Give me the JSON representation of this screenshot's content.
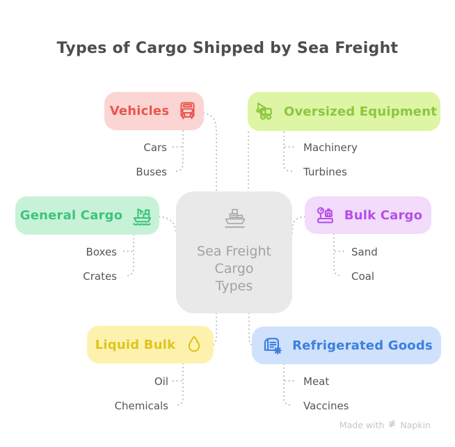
{
  "title": "Types of Cargo Shipped by Sea Freight",
  "center": {
    "bg": "#e9e9e9",
    "fg": "#a2a2a2",
    "icon": "cargo-ship-icon",
    "lines": [
      "Sea Freight",
      "Cargo",
      "Types"
    ]
  },
  "categories": [
    {
      "id": "vehicles",
      "label": "Vehicles",
      "icon": "bus-icon",
      "bg": "#fbd5d3",
      "fg": "#e8574f",
      "items": [
        "Cars",
        "Buses"
      ]
    },
    {
      "id": "oversized-equipment",
      "label": "Oversized Equipment",
      "icon": "crane-truck-icon",
      "bg": "#ddf5a4",
      "fg": "#8cc63e",
      "items": [
        "Machinery",
        "Turbines"
      ]
    },
    {
      "id": "general-cargo",
      "label": "General Cargo",
      "icon": "ship-crane-icon",
      "bg": "#c7f2d8",
      "fg": "#3ec47c",
      "items": [
        "Boxes",
        "Crates"
      ]
    },
    {
      "id": "bulk-cargo",
      "label": "Bulk Cargo",
      "icon": "scale-icon",
      "bg": "#f2dbfb",
      "fg": "#b44fe8",
      "items": [
        "Sand",
        "Coal"
      ]
    },
    {
      "id": "liquid-bulk",
      "label": "Liquid Bulk",
      "icon": "droplet-icon",
      "bg": "#fdf2ad",
      "fg": "#e0c41f",
      "items": [
        "Oil",
        "Chemicals"
      ]
    },
    {
      "id": "refrigerated-goods",
      "label": "Refrigerated Goods",
      "icon": "fridge-snowflake-icon",
      "bg": "#d0e1fb",
      "fg": "#3b7fe0",
      "items": [
        "Meat",
        "Vaccines"
      ]
    }
  ],
  "colors": {
    "connector": "#b5b5b5",
    "title": "#4d4d4d",
    "item_text": "#555555",
    "watermark": "#c6c6c6"
  },
  "watermark": {
    "prefix": "Made with",
    "brand": "Napkin"
  }
}
